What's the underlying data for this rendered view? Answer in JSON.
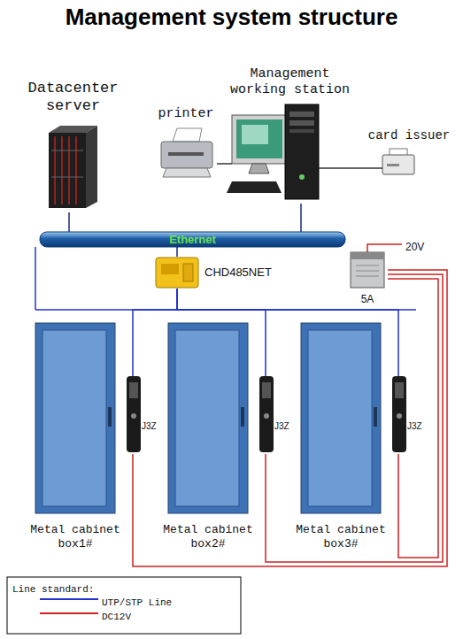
{
  "diagram": {
    "title": "Management system structure",
    "nodes": [
      {
        "text": [
          "Datacenter server"
        ]
      },
      {
        "text": [
          "printer"
        ]
      },
      {
        "text": [
          "Management working station"
        ]
      },
      {
        "text": [
          "card issuer"
        ]
      },
      {
        "text": [
          "Ethernet"
        ]
      },
      {
        "text": [
          "CHD485NET"
        ]
      },
      {
        "text": [
          "5A"
        ]
      },
      {
        "text": [
          "Metal cabinet box1#"
        ]
      },
      {
        "text": [
          "J3Z"
        ]
      },
      {
        "text": [
          "Metal cabinet box2#"
        ]
      },
      {
        "text": [
          "J3Z"
        ]
      },
      {
        "text": [
          "Metal cabinet box3#"
        ]
      },
      {
        "text": [
          "J3Z"
        ]
      }
    ],
    "edges": [
      {
        "from": 0,
        "to": 4,
        "arrow": "none"
      },
      {
        "from": 2,
        "to": 4,
        "arrow": "none"
      },
      {
        "from": 1,
        "to": 2,
        "arrow": "none"
      },
      {
        "from": 3,
        "to": 2,
        "arrow": "none"
      },
      {
        "from": 4,
        "to": 5,
        "arrow": "none"
      },
      {
        "from": 5,
        "to": 8,
        "arrow": "none"
      },
      {
        "from": 5,
        "to": 10,
        "arrow": "none"
      },
      {
        "from": 5,
        "to": 12,
        "arrow": "none"
      },
      {
        "from": 6,
        "to": 8,
        "arrow": "none"
      },
      {
        "from": 6,
        "to": 10,
        "arrow": "none"
      },
      {
        "from": 6,
        "to": 12,
        "arrow": "none"
      }
    ],
    "labels": [
      "20V",
      "Line standard:"
    ],
    "legend": [
      {
        "text": "UTP/STP Line"
      },
      {
        "text": "DC12V"
      }
    ]
  }
}
